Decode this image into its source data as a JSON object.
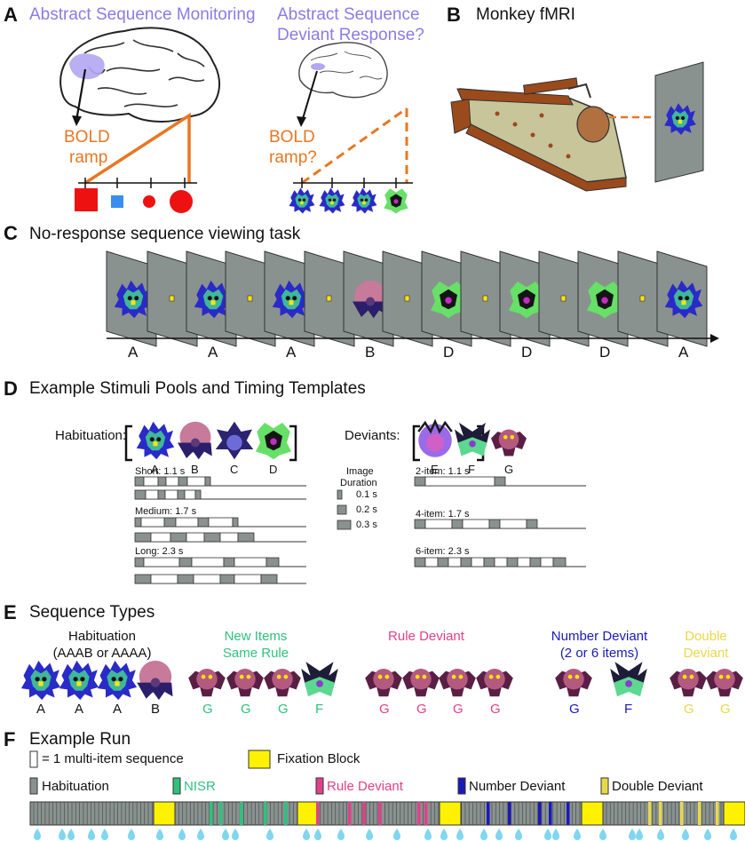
{
  "panels": {
    "A": {
      "letter": "A",
      "title_left": "Abstract Sequence Monitoring",
      "title_right_line1": "Abstract Sequence",
      "title_right_line2": "Deviant Response?",
      "bold_left_1": "BOLD",
      "bold_left_2": "ramp",
      "bold_right_1": "BOLD",
      "bold_right_2": "ramp?"
    },
    "B": {
      "letter": "B",
      "title": "Monkey fMRI"
    },
    "C": {
      "letter": "C",
      "title": "No-response sequence viewing task",
      "labels": [
        "A",
        "A",
        "A",
        "B",
        "D",
        "D",
        "D",
        "A"
      ]
    },
    "D": {
      "letter": "D",
      "title": "Example Stimuli Pools and Timing Templates",
      "habituation_label": "Habituation:",
      "habituation_items": [
        "A",
        "B",
        "C",
        "D"
      ],
      "deviants_label": "Deviants:",
      "deviant_items": [
        "E",
        "F",
        "G"
      ],
      "short": "Short: 1.1 s",
      "medium": "Medium: 1.7 s",
      "long": "Long: 2.3 s",
      "image_duration_1": "Image",
      "image_duration_2": "Duration",
      "dur_01": "0.1 s",
      "dur_02": "0.2 s",
      "dur_03": "0.3 s",
      "two_item": "2-item: 1.1 s",
      "four_item": "4-item: 1.7 s",
      "six_item": "6-item: 2.3 s"
    },
    "E": {
      "letter": "E",
      "title": "Sequence Types",
      "habituation_1": "Habituation",
      "habituation_2": "(AAAB or AAAA)",
      "habituation_labels": [
        "A",
        "A",
        "A",
        "B"
      ],
      "new_items_1": "New Items",
      "new_items_2": "Same Rule",
      "new_items_labels": [
        "G",
        "G",
        "G",
        "F"
      ],
      "rule_deviant": "Rule Deviant",
      "rule_labels": [
        "G",
        "G",
        "G",
        "G"
      ],
      "number_deviant_1": "Number Deviant",
      "number_deviant_2": "(2 or 6 items)",
      "number_labels": [
        "G",
        "F"
      ],
      "double_1": "Double",
      "double_2": "Deviant",
      "double_labels": [
        "G",
        "G"
      ]
    },
    "F": {
      "letter": "F",
      "title": "Example Run",
      "legend_multi": "= 1 multi-item sequence",
      "legend_fixation": "Fixation Block",
      "legend_habituation": "Habituation",
      "legend_nisr": "NISR",
      "legend_rule": "Rule Deviant",
      "legend_number": "Number Deviant",
      "legend_double": "Double Deviant"
    }
  },
  "colors": {
    "orange": "#E87722",
    "purple": "#8B7BE6",
    "green": "#2EC27E",
    "pink": "#E0418A",
    "blue": "#1A1AB8",
    "yellow": "#E8D84A",
    "gray": "#8A9290",
    "fixation": "#FFF200",
    "red": "#EE1111",
    "drop": "#7FD6F0"
  }
}
